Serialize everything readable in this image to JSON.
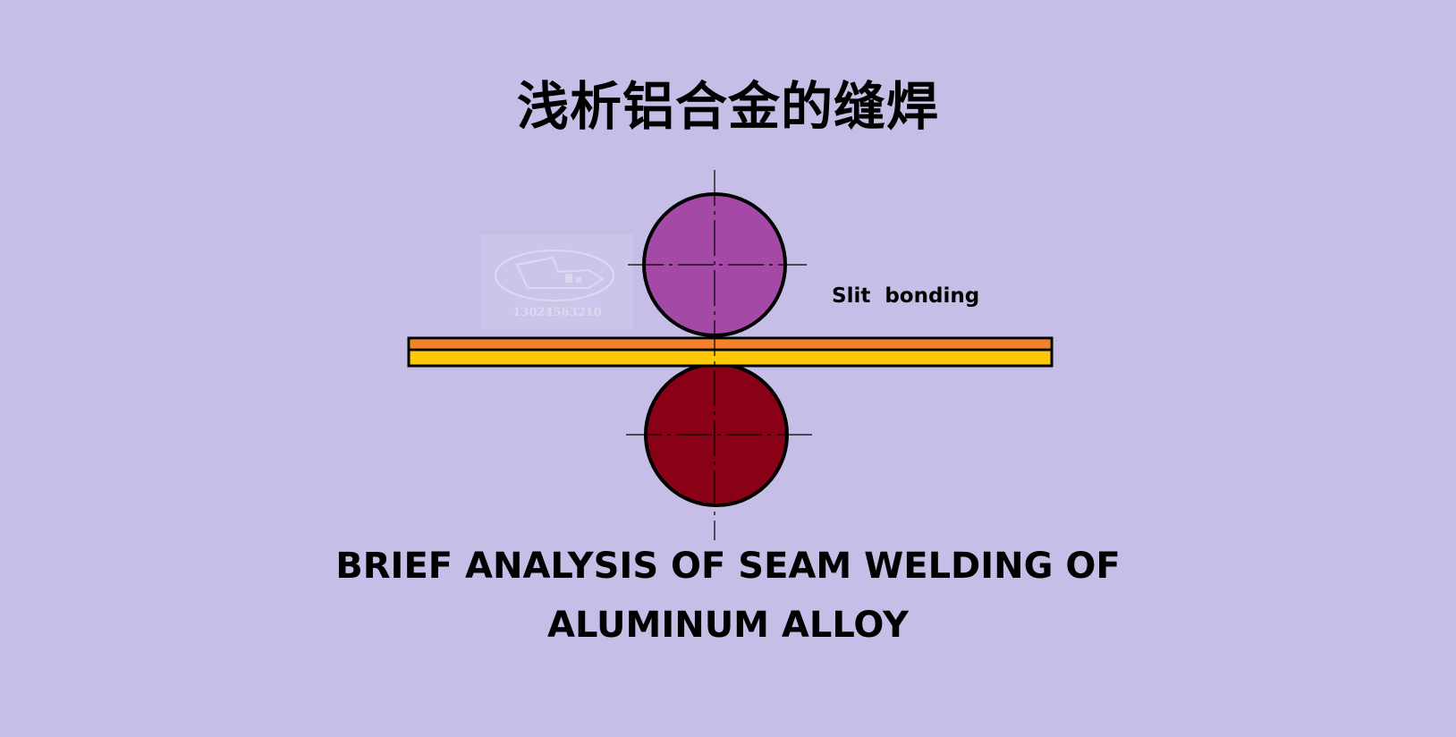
{
  "title_cn": "浅析铝合金的缝焊",
  "label_slit": "Slit  bonding",
  "title_en_line1": "BRIEF ANALYSIS OF SEAM WELDING OF",
  "title_en_line2": "ALUMINUM ALLOY",
  "watermark_text": "13024563210",
  "colors": {
    "background": "#c6bee6",
    "upper_roller": "#a44aa6",
    "lower_roller": "#8a0016",
    "strip_top": "#f5822a",
    "strip_bottom": "#ffc80a",
    "outline": "#000000"
  }
}
